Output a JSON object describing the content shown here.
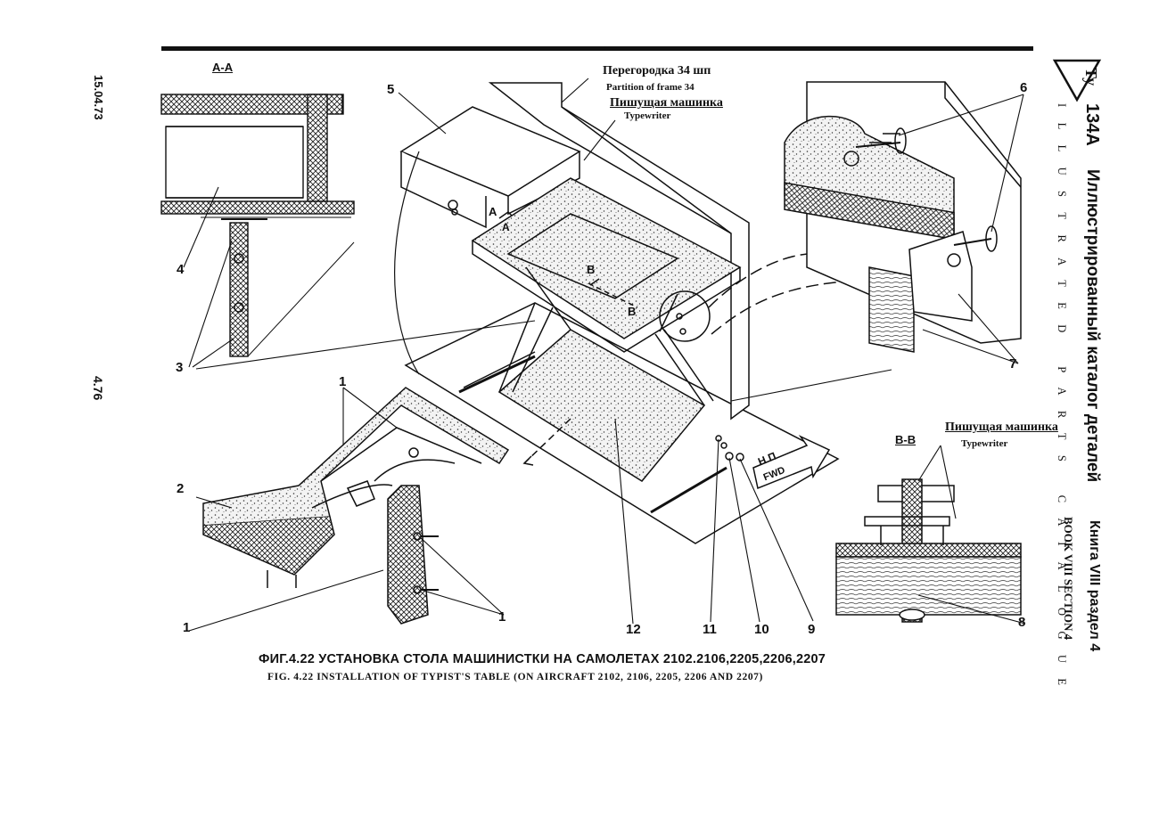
{
  "side_date": "15.04.73",
  "side_page": "4.76",
  "header": {
    "logo_text": "Ту",
    "model": "134А",
    "title_ru": "Иллюстрированный каталог деталей",
    "title_en": "ILLUSTRATED PARTS CATALOGUE",
    "book_ru": "Книга VIII раздел 4",
    "book_en": "BOOK VIII SECTION 4"
  },
  "labels": {
    "partition_ru": "Перегородка 34 шп",
    "partition_en": "Partition of frame 34",
    "typewriter_ru": "Пишущая машинка",
    "typewriter_en": "Typewriter",
    "typewriter2_ru": "Пишущая машинка",
    "typewriter2_en": "Typewriter",
    "section_aa": "А-А",
    "section_bb": "В-В",
    "mark_a1": "А",
    "mark_a2": "А",
    "mark_b1": "В",
    "mark_b2": "В",
    "np": "Н П",
    "fwd": "FWD"
  },
  "callouts": {
    "c1a": "1",
    "c1b": "1",
    "c1c": "1",
    "c2": "2",
    "c3": "3",
    "c4": "4",
    "c5": "5",
    "c6": "6",
    "c7": "7",
    "c8": "8",
    "c9": "9",
    "c10": "10",
    "c11": "11",
    "c12": "12"
  },
  "caption": {
    "ru": "ФИГ.4.22 УСТАНОВКА СТОЛА МАШИНИСТКИ НА САМОЛЕТАХ 2102.2106,2205,2206,2207",
    "en": "FIG. 4.22 INSTALLATION OF TYPIST'S TABLE (ON AIRCRAFT 2102, 2106, 2205, 2206 AND 2207)"
  }
}
